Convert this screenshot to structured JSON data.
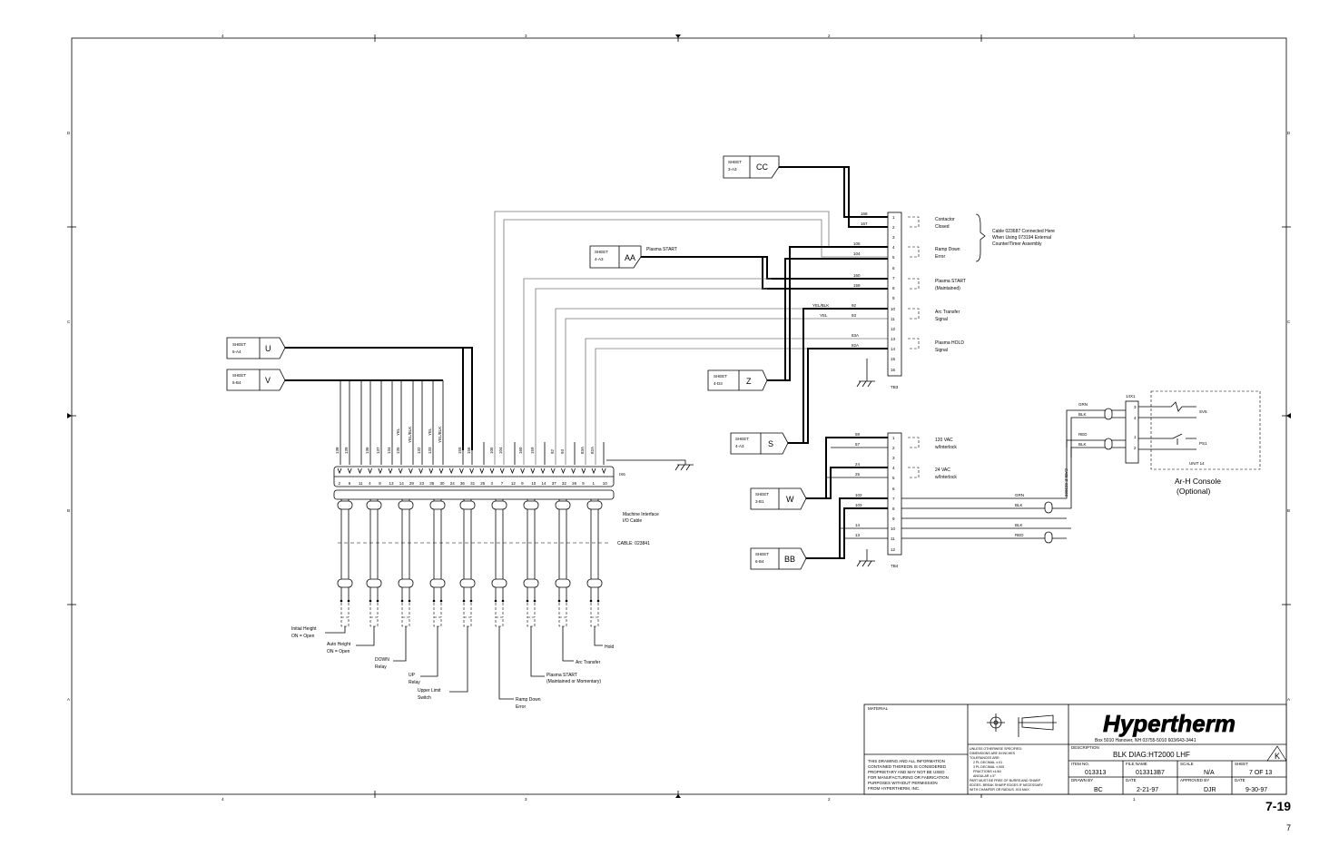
{
  "border": {
    "top_zones": [
      "4",
      "3",
      "2",
      "1"
    ],
    "side_zones": [
      "D",
      "C",
      "B",
      "A"
    ]
  },
  "page": {
    "label": "7-19",
    "number": "7"
  },
  "sheet_refs": {
    "cc": {
      "sheet": "SHEET",
      "ref": "3-A3",
      "sig": "CC"
    },
    "aa": {
      "sheet": "SHEET",
      "ref": "4-A3",
      "sig": "AA",
      "note": "Plasma START"
    },
    "u": {
      "sheet": "SHEET",
      "ref": "5-A4",
      "sig": "U"
    },
    "v": {
      "sheet": "SHEET",
      "ref": "5-B4",
      "sig": "V"
    },
    "z": {
      "sheet": "SHEET",
      "ref": "4-D3",
      "sig": "Z"
    },
    "s": {
      "sheet": "SHEET",
      "ref": "4-A3",
      "sig": "S"
    },
    "w": {
      "sheet": "SHEET",
      "ref": "3-B1",
      "sig": "W"
    },
    "bb": {
      "sheet": "SHEET",
      "ref": "6-B4",
      "sig": "BB"
    }
  },
  "tb3": {
    "name": "TB3",
    "pins": [
      "1",
      "2",
      "3",
      "4",
      "5",
      "6",
      "7",
      "8",
      "9",
      "10",
      "11",
      "12",
      "13",
      "14",
      "15",
      "16"
    ],
    "wires": [
      "168",
      "167",
      "105",
      "104",
      "160",
      "159",
      "YEL/BLK",
      "92",
      "YEL",
      "93",
      "83A",
      "82A"
    ],
    "signals": [
      [
        "Contactor",
        "Closed"
      ],
      [
        "Ramp Down",
        "Error"
      ],
      [
        "Plasma START",
        "(Maintained)"
      ],
      [
        "Arc Transfer",
        "Signal"
      ],
      [
        "Plasma HOLD",
        "Signal"
      ]
    ],
    "cable_note": [
      "Cable 023687 Connected Here",
      "When Using 073194 External",
      "Counter/Timer Assembly"
    ]
  },
  "tb4": {
    "name": "TB4",
    "pins": [
      "1",
      "2",
      "3",
      "4",
      "5",
      "6",
      "7",
      "8",
      "9",
      "10",
      "11",
      "12"
    ],
    "wires": [
      "58",
      "57",
      "24",
      "25",
      "102",
      "103",
      "14",
      "13"
    ],
    "signals": [
      [
        "120 VAC",
        "w/Interlock"
      ],
      [
        "24 VAC",
        "w/Interlock"
      ]
    ],
    "right_wires": [
      "GRN",
      "BLK",
      "BLK",
      "RED"
    ],
    "cable": "CABLE 023666"
  },
  "console": {
    "connector": "14X1",
    "pins": [
      "3",
      "4",
      "1",
      "2"
    ],
    "wires": [
      "GRN",
      "BLK",
      "RED",
      "BLK"
    ],
    "sv5": "SV5",
    "ps1": "PS1",
    "unit": "UNIT 14",
    "title": "Ar-H Console",
    "subtitle": "(Optional)"
  },
  "ix6": {
    "name": "IX6",
    "wire_labels": [
      "138",
      "139",
      "136",
      "137",
      "134",
      "YEL",
      "135",
      "YEL/BLK",
      "132",
      "YEL",
      "133",
      "YEL/BLK",
      "155",
      "156",
      "105",
      "104",
      "160",
      "159",
      "92",
      "93",
      "83A",
      "82A"
    ],
    "pins": [
      "2",
      "6",
      "11",
      "4",
      "8",
      "13",
      "14",
      "29",
      "23",
      "35",
      "30",
      "24",
      "36",
      "31",
      "25",
      "3",
      "7",
      "12",
      "9",
      "10",
      "14",
      "37",
      "32",
      "26",
      "5",
      "1",
      "10"
    ],
    "cable_desc": [
      "Machine Interface",
      "I/O Cable"
    ],
    "cable_no": "CABLE: 023841"
  },
  "io_signals": {
    "initial_height": [
      "Initial Height",
      "ON = Open"
    ],
    "auto_height": [
      "Auto Height",
      "ON = Open"
    ],
    "down_relay": [
      "DOWN",
      "Relay"
    ],
    "up_relay": [
      "UP",
      "Relay"
    ],
    "upper_limit": [
      "Upper Limit",
      "Switch"
    ],
    "ramp_down": [
      "Ramp Down",
      "Error"
    ],
    "plasma_start": [
      "Plasma START",
      "(Maintained or Momentary)"
    ],
    "arc_transfer": "Arc Transfer",
    "hold": "Hold"
  },
  "title_block": {
    "material": "MATERIAL",
    "company_logo": "Hypertherm",
    "address": "Box 5010 Hanover, NH 03755-5010 603/643-3441",
    "description_label": "DESCRIPTION",
    "description": "BLK DIAG:HT2000 LHF",
    "revision": "K",
    "item_label": "ITEM NO.",
    "item": "013313",
    "file_label": "FILE NAME",
    "file": "013313B7",
    "scale_label": "SCALE",
    "scale": "N/A",
    "sheet_label": "SHEET",
    "sheet": "7 OF 13",
    "drawn_label": "DRAWN BY",
    "drawn": "BC",
    "date_label": "DATE",
    "date": "2-21-97",
    "approved_label": "APPROVED BY",
    "approved": "DJR",
    "date2_label": "DATE",
    "date2": "9-30-97",
    "proprietary": [
      "THIS DRAWING AND ALL INFORMATION",
      "CONTAINED THEREON IS CONSIDERED",
      "PROPRIETARY AND MAY NOT BE USED",
      "FOR MANUFACTURING OR FABRICATION",
      "PURPOSES WITHOUT PERMISSION",
      "FROM HYPERTHERM, INC."
    ],
    "tolerances": [
      "UNLESS OTHERWISE SPECIFIED:",
      "DIMENSIONS ARE IN INCHES",
      "TOLERANCES ARE:",
      "2 PL DECIMAL ±.01",
      "3 PL DECIMAL ±.005",
      "FRACTIONS ±1/64",
      "ANGULAR ±.5°",
      "PART MUST BE FREE OF BURRS AND SHARP",
      "EDGES. BREAK SHARP EDGES IF NECESSARY",
      "WITH CHAMFER OR RADIUS .015 MAX."
    ]
  }
}
